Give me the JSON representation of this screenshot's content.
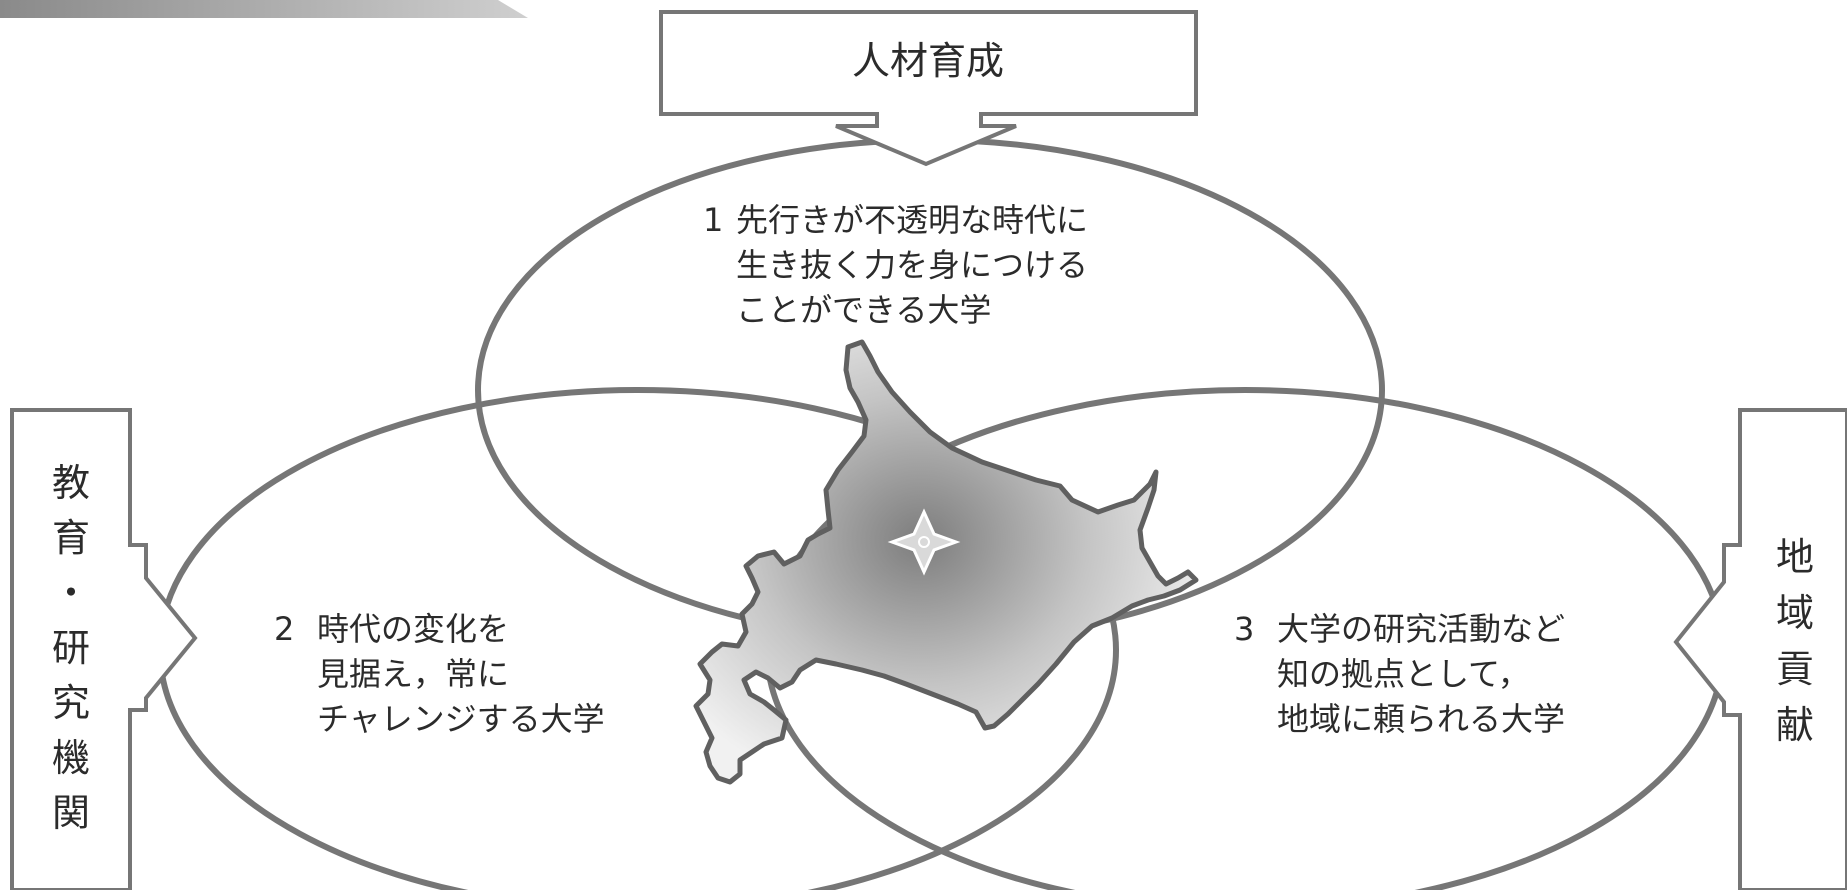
{
  "top_box": {
    "label": "人材育成"
  },
  "left_box": {
    "chars": [
      "教",
      "育",
      "・",
      "研",
      "究",
      "機",
      "関"
    ]
  },
  "right_box": {
    "chars": [
      "地",
      "域",
      "貢",
      "献"
    ]
  },
  "goals": [
    {
      "number": "1",
      "lines": [
        "先行きが不透明な時代に",
        "生き抜く力を身につける",
        "ことができる大学"
      ]
    },
    {
      "number": "2",
      "lines": [
        "時代の変化を",
        "見据え，常に",
        "チャレンジする大学"
      ]
    },
    {
      "number": "3",
      "lines": [
        "大学の研究活動など",
        "知の拠点として，",
        "地域に頼られる大学"
      ]
    }
  ],
  "map": {
    "icon": "hokkaido-map-icon",
    "marker_icon": "star-marker-icon"
  }
}
